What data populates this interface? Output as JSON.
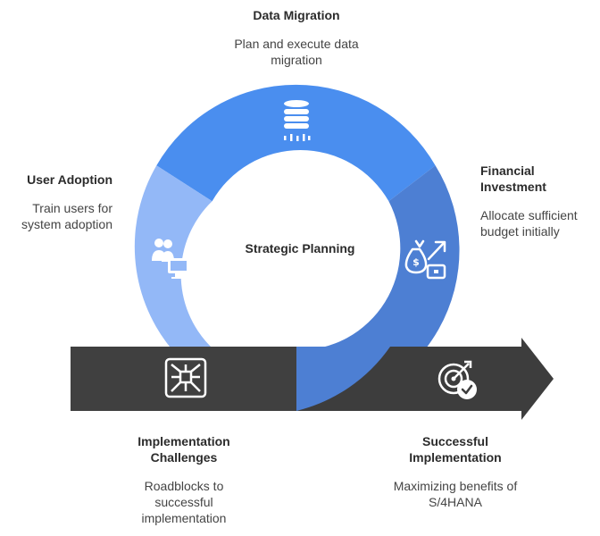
{
  "center": {
    "title": "Strategic Planning"
  },
  "stages": [
    {
      "id": "data-migration",
      "title": "Data Migration",
      "description": "Plan and execute data migration",
      "color": "#4A8EEF",
      "icon": "database-icon"
    },
    {
      "id": "financial-investment",
      "title": "Financial Investment",
      "description": "Allocate sufficient budget initially",
      "color": "#4D7FD3",
      "icon": "money-bag-growth-icon"
    },
    {
      "id": "user-adoption",
      "title": "User Adoption",
      "description": "Train users for system adoption",
      "color": "#93B8F7",
      "icon": "users-computer-icon"
    },
    {
      "id": "implementation-challenges",
      "title": "Implementation Challenges",
      "description": "Roadblocks to successful implementation",
      "color": "#404040",
      "icon": "network-grid-icon"
    },
    {
      "id": "successful-implementation",
      "title": "Successful Implementation",
      "description": "Maximizing benefits of S/4HANA",
      "color": "#404040",
      "icon": "target-check-icon"
    }
  ]
}
